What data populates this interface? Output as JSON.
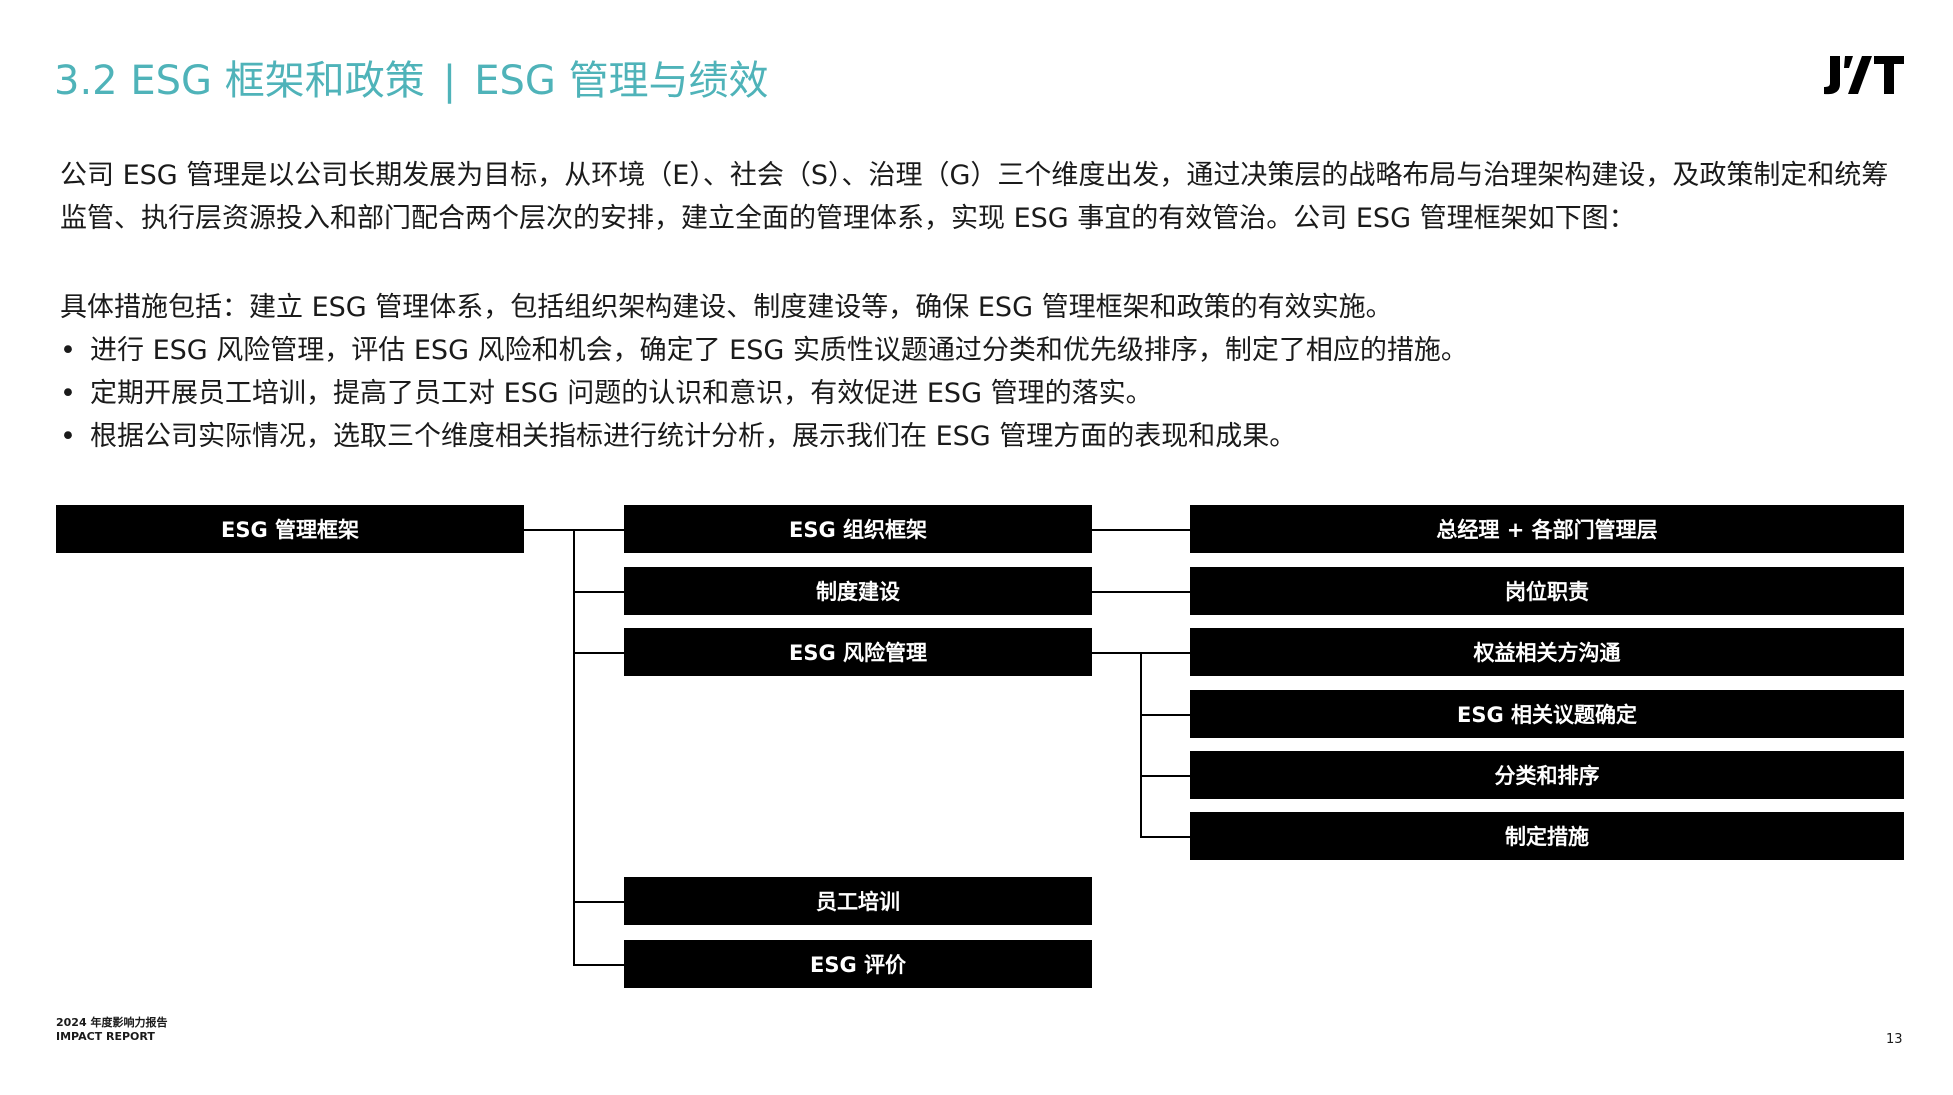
{
  "header": {
    "section_title": "3.2 ESG 框架和政策",
    "separator": "|",
    "subtitle": "ESG 管理与绩效",
    "logo_icon": "jyt-logo"
  },
  "intro": "公司 ESG 管理是以公司长期发展为目标，从环境（E）、社会（S）、治理（G）三个维度出发，通过决策层的战略布局与治理架构建设，及政策制定和统筹监管、执行层资源投入和部门配合两个层次的安排，建立全面的管理体系，实现 ESG 事宜的有效管治。公司 ESG 管理框架如下图：",
  "measures": {
    "lead": "具体措施包括：建立 ESG 管理体系，包括组织架构建设、制度建设等，确保 ESG 管理框架和政策的有效实施。",
    "bullet": "•",
    "items": [
      "进行 ESG 风险管理，评估 ESG 风险和机会，确定了 ESG 实质性议题通过分类和优先级排序，制定了相应的措施。",
      "定期开展员工培训，提高了员工对 ESG 问题的认识和意识，有效促进 ESG 管理的落实。",
      "根据公司实际情况，选取三个维度相关指标进行统计分析，展示我们在 ESG 管理方面的表现和成果。"
    ]
  },
  "diagram": {
    "root": "ESG 管理框架",
    "level2": [
      "ESG 组织框架",
      "制度建设",
      "ESG 风险管理",
      "员工培训",
      "ESG 评价"
    ],
    "level3": [
      "总经理 + 各部门管理层",
      "岗位职责",
      "权益相关方沟通",
      "ESG 相关议题确定",
      "分类和排序",
      "制定措施"
    ]
  },
  "footer": {
    "line1": "2024 年度影响力报告",
    "line2": "IMPACT REPORT",
    "page_number": "13"
  }
}
